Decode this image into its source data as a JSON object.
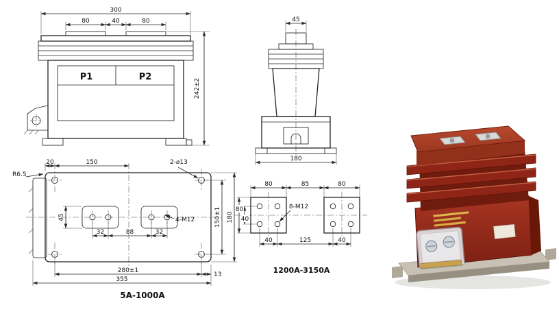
{
  "colors": {
    "line": "#222222",
    "body_red": "#a83523",
    "body_red_dark": "#7c2013",
    "fin_red": "#8e2516",
    "top_red": "#b7492e",
    "base_gray": "#c9c2b4"
  },
  "front_view": {
    "dim_total_width": "300",
    "dim_pad_left": "80",
    "dim_pad_gap": "40",
    "dim_pad_right": "80",
    "dim_height": "242±2",
    "terminal_p1": "P1",
    "terminal_p2": "P2"
  },
  "side_view": {
    "dim_terminal_width": "45",
    "dim_base_width": "180"
  },
  "bottom_view": {
    "corner_radius": "R6.5",
    "dim_edge_to_hole": "20",
    "dim_hole_to_center": "150",
    "corner_holes": "2-⌀13",
    "pad_holes": "4-M12",
    "dim_pad_height": "45",
    "dim_pitch_left": "32",
    "dim_pitch_center": "88",
    "dim_pitch_right": "32",
    "dim_hole_span_vertical": "150±1",
    "dim_depth": "180",
    "dim_hole_span_horizontal": "280±1",
    "dim_hole_to_edge": "13",
    "dim_total_length": "355",
    "caption": "5A-1000A"
  },
  "hole_pattern": {
    "dim_pad_left_width": "80",
    "dim_pad_gap": "85",
    "dim_pad_right_width": "80",
    "thread_holes": "8-M12",
    "dim_pad_height": "80",
    "dim_pitch_vertical": "40",
    "dim_pitch_left": "40",
    "dim_center_span": "125",
    "dim_pitch_right": "40",
    "caption": "1200A-3150A"
  }
}
